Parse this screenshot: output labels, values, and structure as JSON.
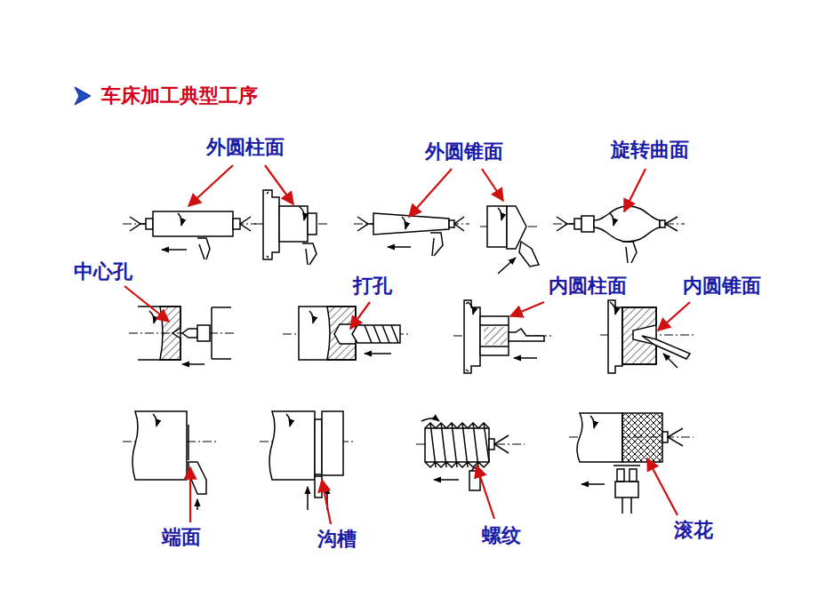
{
  "diagram": {
    "title": "车床加工典型工序",
    "labels": [
      "外圆柱面",
      "外圆锥面",
      "旋转曲面",
      "中心孔",
      "打孔",
      "内圆柱面",
      "内圆锥面",
      "端面",
      "沟槽",
      "螺纹",
      "滚花"
    ]
  }
}
